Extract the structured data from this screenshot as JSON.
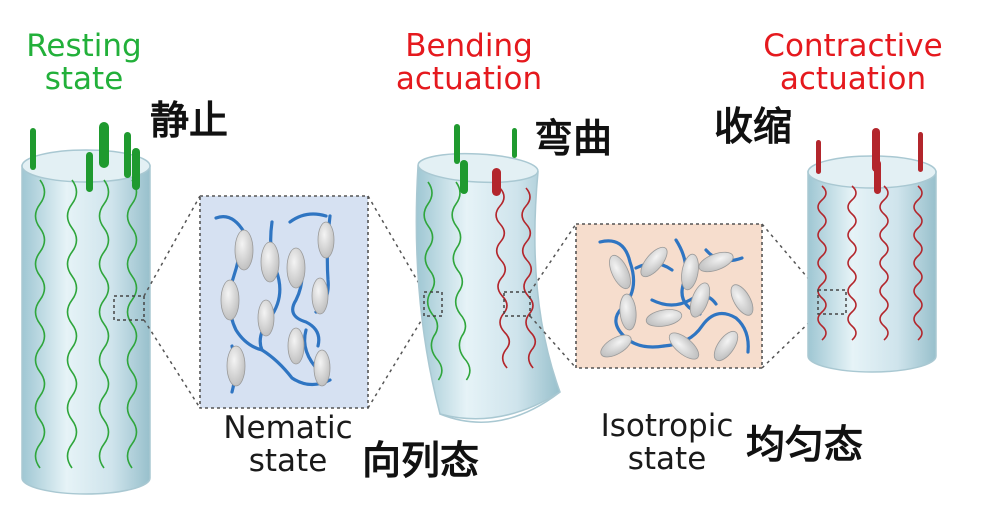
{
  "labels": {
    "resting_en": [
      "Resting",
      "state"
    ],
    "bending_en": [
      "Bending",
      "actuation"
    ],
    "contractive_en": [
      "Contractive",
      "actuation"
    ],
    "resting_zh": "静止",
    "bending_zh": "弯曲",
    "contractive_zh": "收缩",
    "nematic_en": [
      "Nematic",
      "state"
    ],
    "nematic_zh": "向列态",
    "isotropic_en": [
      "Isotropic",
      "state"
    ],
    "isotropic_zh": "均匀态"
  },
  "colors": {
    "green_text": "#22b03a",
    "red_text": "#e5191e",
    "tube_fill": "#cfe6ee",
    "tube_edge": "#a9c8d2",
    "green_wire": "#2fa63c",
    "red_wire": "#b3262c",
    "nematic_box": "#d6e1f2",
    "isotropic_box": "#f6ddcd",
    "chain": "#2f75c2",
    "mesogen": "#d9d9d9"
  }
}
